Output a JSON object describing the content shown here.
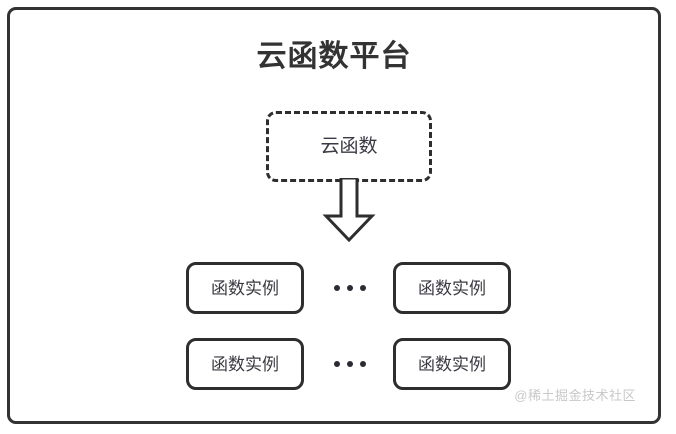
{
  "diagram": {
    "platform": {
      "title": "云函数平台"
    },
    "cloud_function": {
      "label": "云函数",
      "border_style": "dashed"
    },
    "arrow": {
      "name": "down-block-arrow",
      "direction": "down"
    },
    "instance_rows": [
      {
        "left_label": "函数实例",
        "ellipsis": "•••",
        "right_label": "函数实例"
      },
      {
        "left_label": "函数实例",
        "ellipsis": "•••",
        "right_label": "函数实例"
      }
    ],
    "watermark": "@稀土掘金技术社区",
    "colors": {
      "stroke": "#2e2e2e",
      "title_text": "#333333",
      "node_text": "#3a3a42",
      "watermark_text": "#c8c8c8",
      "background": "#ffffff"
    }
  }
}
